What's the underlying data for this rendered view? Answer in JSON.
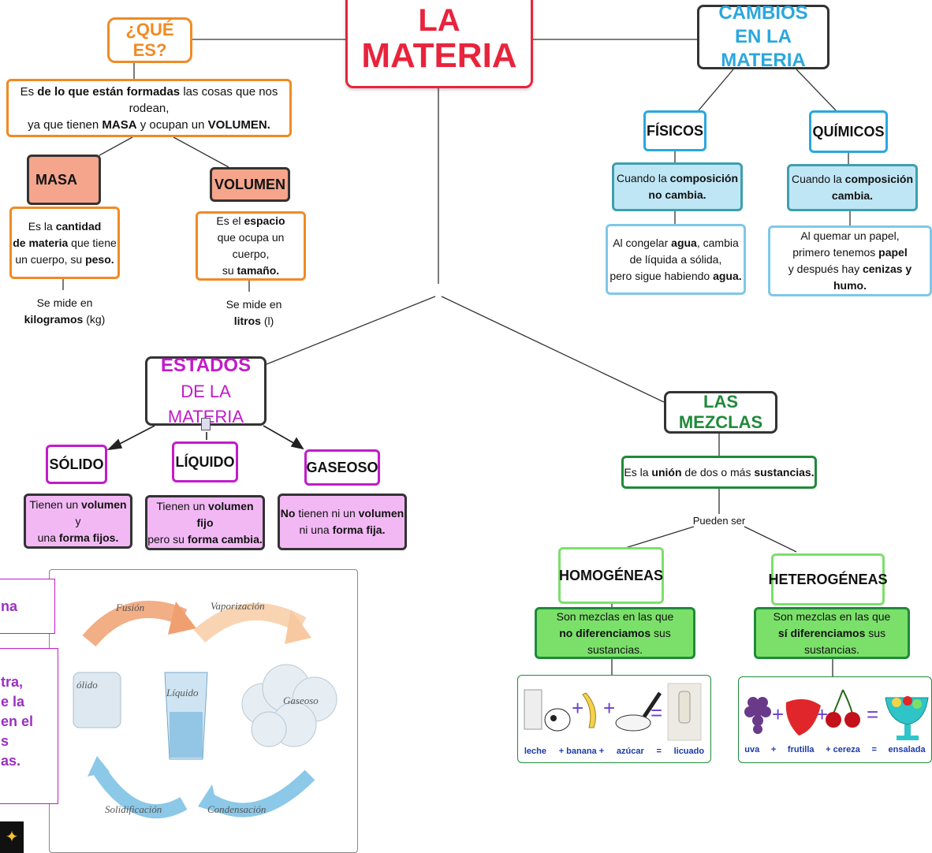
{
  "main": {
    "title_line1": "LA",
    "title_line2": "MATERIA"
  },
  "que_es": {
    "title": "¿QUÉ ES?",
    "def_a": "Es ",
    "def_b": "de lo que están formadas",
    "def_c": " las cosas que nos rodean,",
    "def_d": "ya que tienen ",
    "def_e": "MASA",
    "def_f": " y ocupan un ",
    "def_g": "VOLUMEN."
  },
  "masa": {
    "title": "MASA",
    "l1a": "Es la ",
    "l1b": "cantidad",
    "l2a": "de materia",
    "l2b": " que tiene",
    "l3a": "un cuerpo, su ",
    "l3b": "peso.",
    "measure1": "Se mide en",
    "measure2a": "kilogramos",
    "measure2b": " (kg)"
  },
  "volumen": {
    "title": "VOLUMEN",
    "l1a": "Es el ",
    "l1b": "espacio",
    "l2": "que ocupa un cuerpo,",
    "l3a": "su ",
    "l3b": "tamaño.",
    "measure1": "Se mide en",
    "measure2a": "litros",
    "measure2b": " (l)"
  },
  "cambios": {
    "title_line1": "CAMBIOS",
    "title_line2": "EN LA MATERIA",
    "fisicos": {
      "title": "FÍSICOS",
      "def1a": "Cuando la ",
      "def1b": "composición",
      "def2": "no cambia.",
      "ex1a": "Al congelar ",
      "ex1b": "agua",
      "ex1c": ", cambia",
      "ex2": "de líquida a sólida,",
      "ex3a": "pero sigue habiendo ",
      "ex3b": "agua."
    },
    "quimicos": {
      "title": "QUÍMICOS",
      "def1a": "Cuando la ",
      "def1b": "composición",
      "def2": "cambia.",
      "ex1": "Al quemar un papel,",
      "ex2a": "primero tenemos ",
      "ex2b": "papel",
      "ex3a": "y después hay ",
      "ex3b": "cenizas y humo."
    }
  },
  "estados": {
    "title_line1": "ESTADOS",
    "title_line2": "DE LA MATERIA",
    "solido": {
      "title": "SÓLIDO",
      "l1a": "Tienen un ",
      "l1b": "volumen",
      "l1c": " y",
      "l2a": "una ",
      "l2b": "forma fijos."
    },
    "liquido": {
      "title": "LÍQUIDO",
      "l1a": "Tienen un ",
      "l1b": "volumen fijo",
      "l2a": "pero su ",
      "l2b": "forma cambia."
    },
    "gaseoso": {
      "title": "GASEOSO",
      "l1a": "No",
      "l1b": " tienen ni un ",
      "l1c": "volumen",
      "l2a": "ni una ",
      "l2b": "forma fija."
    }
  },
  "mezclas": {
    "title": "LAS MEZCLAS",
    "def_a": "Es la ",
    "def_b": "unión",
    "def_c": " de dos o más ",
    "def_d": "sustancias.",
    "pueden_ser": "Pueden ser",
    "homogeneas": {
      "title": "HOMOGÉNEAS",
      "l1": "Son mezclas en las que",
      "l2a": "no diferenciamos",
      "l2b": " sus sustancias.",
      "example": [
        "leche",
        "+ banana +",
        "azúcar",
        "=",
        "licuado"
      ]
    },
    "heterogeneas": {
      "title": "HETEROGÉNEAS",
      "l1": "Son mezclas en las que",
      "l2a": "sí diferenciamos",
      "l2b": " sus sustancias.",
      "example": [
        "uva",
        "+",
        "frutilla",
        "+ cereza",
        "=",
        "ensalada"
      ]
    }
  },
  "ciclo": {
    "fusion": "Fusión",
    "vaporizacion": "Vaporización",
    "solido": "ólido",
    "liquido": "Líquido",
    "gaseoso": "Gaseoso",
    "solidificacion": "Solidificación",
    "condensacion": "Condensación"
  },
  "cutoff": {
    "box1": "na",
    "box2_lines": [
      "tra,",
      "e la",
      "en el",
      "s",
      "as."
    ]
  },
  "colors": {
    "red": "#e8243c",
    "orange": "#f08a24",
    "salmon": "#f4a58c",
    "blue": "#2aa7de",
    "teal": "#3f9fae",
    "green": "#1f8a3a",
    "lime": "#7be06a",
    "magenta": "#c21bc9",
    "pink": "#f2b8f4",
    "dark": "#222222"
  }
}
